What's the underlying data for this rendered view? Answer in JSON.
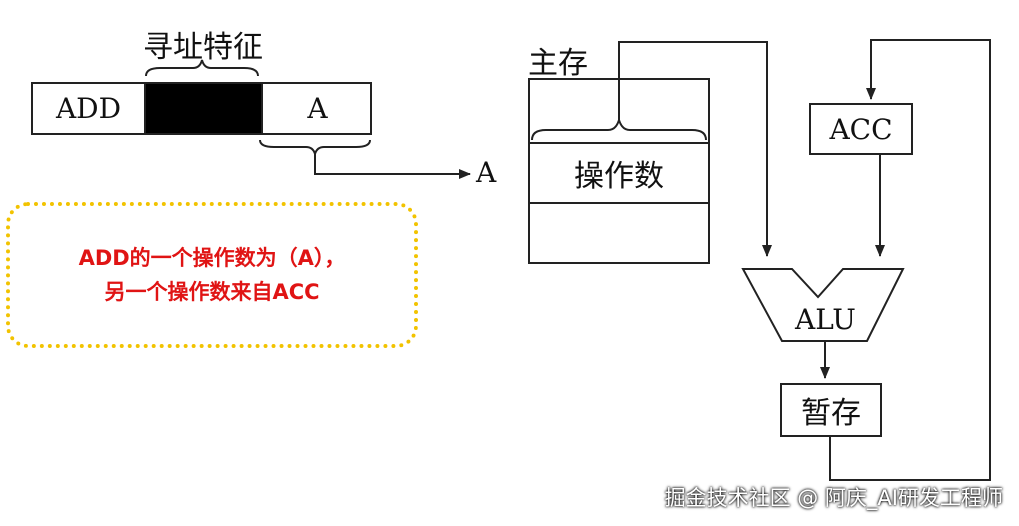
{
  "instruction": {
    "addressing_label": "寻址特征",
    "opcode": "ADD",
    "address_field": "A",
    "arrow_target": "A"
  },
  "memory": {
    "title": "主存",
    "operand": "操作数"
  },
  "cpu": {
    "acc": "ACC",
    "alu": "ALU",
    "temp": "暂存"
  },
  "note": {
    "line1": "ADD的一个操作数为（A），",
    "line2": "另一个操作数来自ACC",
    "border_color": "#f2c300",
    "text_color": "#e01414"
  },
  "watermark": "掘金技术社区 @ 阿庆_AI研发工程师"
}
